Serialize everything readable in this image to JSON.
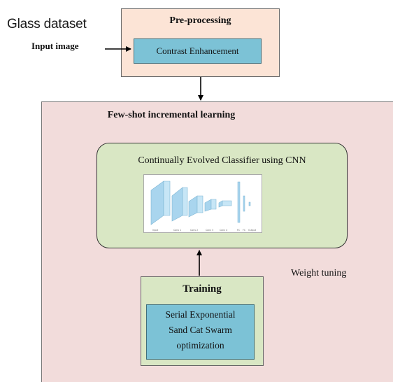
{
  "dataset_label": "Glass dataset",
  "input_label": "Input image",
  "preprocessing": {
    "title": "Pre-processing",
    "step": "Contrast Enhancement"
  },
  "fsil": {
    "title": "Few-shot incremental learning",
    "classifier": {
      "title": "Continually Evolved Classifier using CNN",
      "layer_labels": [
        "Input",
        "Conv 1",
        "Conv 2",
        "Conv 3",
        "Conv 4",
        "FC",
        "FC",
        "Output"
      ]
    },
    "weight_label": "Weight tuning",
    "training": {
      "title": "Training",
      "optimizer_lines": [
        "Serial Exponential",
        "Sand Cat Swarm",
        "optimization"
      ]
    }
  },
  "colors": {
    "preprocessing_bg": "#fce4d6",
    "fsil_bg": "#f2dcdb",
    "green_box": "#d9e7c4",
    "blue_box": "#7cc2d6",
    "cnn_layer": "#a9d5ee"
  }
}
